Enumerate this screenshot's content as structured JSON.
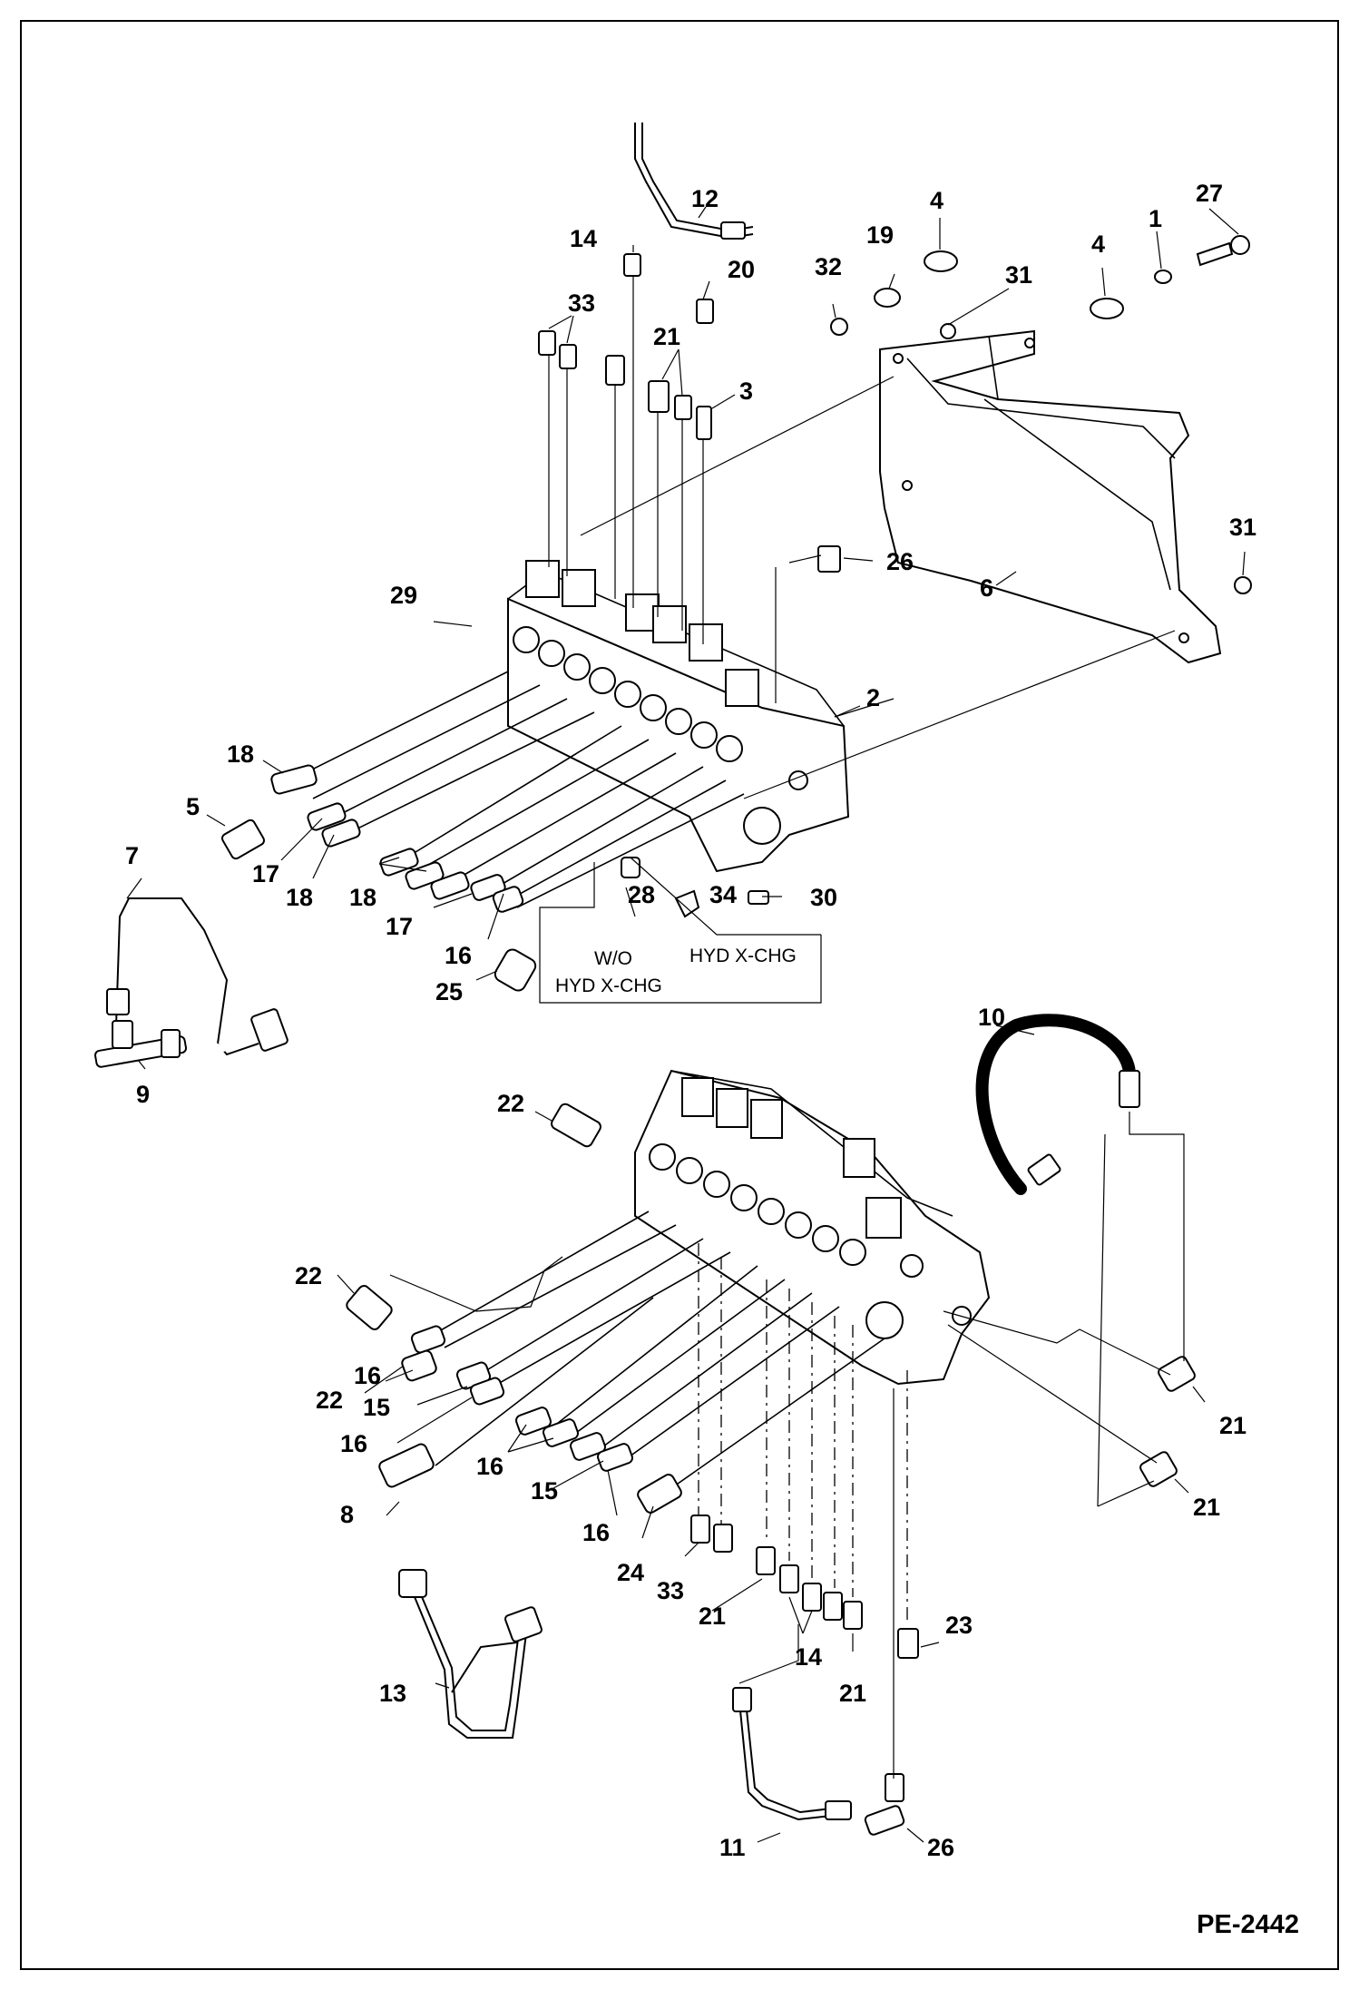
{
  "drawing_code": "PE-2442",
  "notes": {
    "wo_line1": "W/O",
    "wo_line2": "HYD X-CHG",
    "with_hyd": "HYD X-CHG"
  },
  "callouts": [
    {
      "id": "12",
      "label": "12"
    },
    {
      "id": "14a",
      "label": "14"
    },
    {
      "id": "20",
      "label": "20"
    },
    {
      "id": "33a",
      "label": "33"
    },
    {
      "id": "21a",
      "label": "21"
    },
    {
      "id": "3",
      "label": "3"
    },
    {
      "id": "32",
      "label": "32"
    },
    {
      "id": "19",
      "label": "19"
    },
    {
      "id": "4a",
      "label": "4"
    },
    {
      "id": "31a",
      "label": "31"
    },
    {
      "id": "4b",
      "label": "4"
    },
    {
      "id": "1",
      "label": "1"
    },
    {
      "id": "27",
      "label": "27"
    },
    {
      "id": "31b",
      "label": "31"
    },
    {
      "id": "26a",
      "label": "26"
    },
    {
      "id": "6",
      "label": "6"
    },
    {
      "id": "29",
      "label": "29"
    },
    {
      "id": "2",
      "label": "2"
    },
    {
      "id": "18a",
      "label": "18"
    },
    {
      "id": "5",
      "label": "5"
    },
    {
      "id": "17a",
      "label": "17"
    },
    {
      "id": "18b",
      "label": "18"
    },
    {
      "id": "18c",
      "label": "18"
    },
    {
      "id": "17b",
      "label": "17"
    },
    {
      "id": "16a",
      "label": "16"
    },
    {
      "id": "25",
      "label": "25"
    },
    {
      "id": "28",
      "label": "28"
    },
    {
      "id": "34",
      "label": "34"
    },
    {
      "id": "30",
      "label": "30"
    },
    {
      "id": "7",
      "label": "7"
    },
    {
      "id": "9",
      "label": "9"
    },
    {
      "id": "10",
      "label": "10"
    },
    {
      "id": "22a",
      "label": "22"
    },
    {
      "id": "22b",
      "label": "22"
    },
    {
      "id": "16b",
      "label": "16"
    },
    {
      "id": "22c",
      "label": "22"
    },
    {
      "id": "15a",
      "label": "15"
    },
    {
      "id": "16c",
      "label": "16"
    },
    {
      "id": "16d",
      "label": "16"
    },
    {
      "id": "15b",
      "label": "15"
    },
    {
      "id": "8",
      "label": "8"
    },
    {
      "id": "16e",
      "label": "16"
    },
    {
      "id": "24",
      "label": "24"
    },
    {
      "id": "33b",
      "label": "33"
    },
    {
      "id": "21b",
      "label": "21"
    },
    {
      "id": "14b",
      "label": "14"
    },
    {
      "id": "21c",
      "label": "21"
    },
    {
      "id": "23",
      "label": "23"
    },
    {
      "id": "21d",
      "label": "21"
    },
    {
      "id": "21e",
      "label": "21"
    },
    {
      "id": "13",
      "label": "13"
    },
    {
      "id": "11",
      "label": "11"
    },
    {
      "id": "26b",
      "label": "26"
    }
  ]
}
